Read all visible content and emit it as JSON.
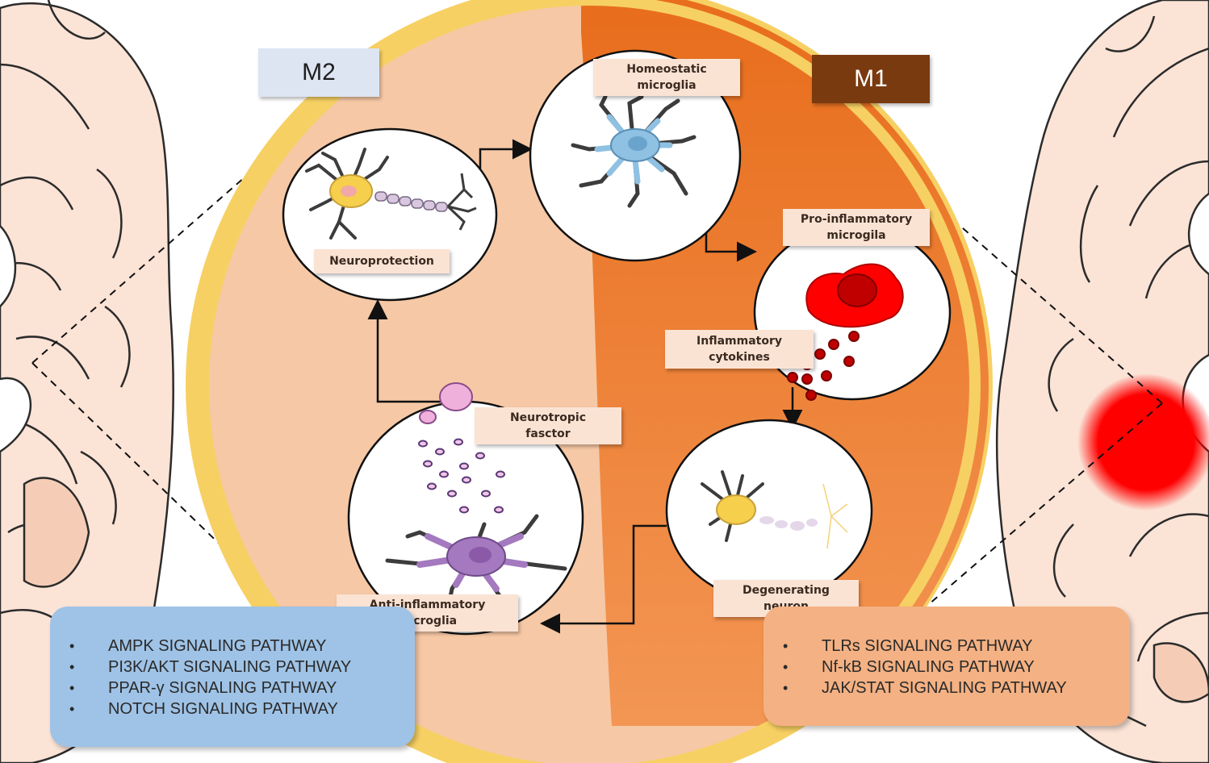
{
  "m2_tag": "M2",
  "m1_tag": "M1",
  "labels": {
    "homeostatic": "Homeostatic\nmicroglia",
    "neuroprotection": "Neuroprotection",
    "pro_inflammatory": "Pro-inflammatory\nmicrogila",
    "cytokines": "Inflammatory\ncytokines",
    "neurotropic": "Neurotropic\nfasctor",
    "anti_inflammatory": "Anti-inflammatory\nmicroglia",
    "degenerating": "Degenerating\nneuron"
  },
  "m2_pathways": [
    "AMPK SIGNALING PATHWAY",
    "PI3K/AKT SIGNALING PATHWAY",
    "PPAR-γ SIGNALING PATHWAY",
    "NOTCH SIGNALING PATHWAY"
  ],
  "m1_pathways": [
    "TLRs SIGNALING PATHWAY",
    "Nf-kB SIGNALING PATHWAY",
    "JAK/STAT SIGNALING PATHWAY"
  ],
  "colors": {
    "m2_tag_bg": "#dde5f3",
    "m1_tag_bg": "#7a3a10",
    "outer_ring": "#f7d063",
    "m2_region": "#f6c8a5",
    "m1_region": "#ec7d2d",
    "m2_panel": "#9fc3e6",
    "m1_panel": "#f4b183",
    "brain_fill": "#fbe3d6",
    "lesion": "#ff0000"
  }
}
